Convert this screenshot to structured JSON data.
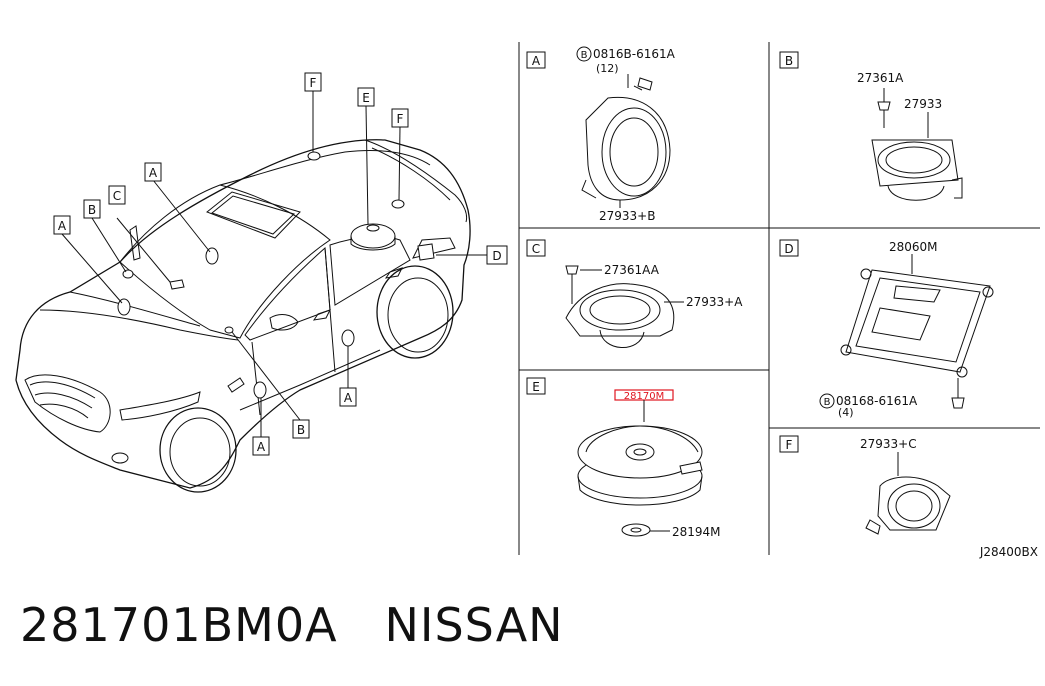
{
  "callouts": {
    "f_roof": "F",
    "e_top": "E",
    "f_rear": "F",
    "a_front": "A",
    "b_front": "B",
    "c_dash": "C",
    "a_dash": "A",
    "d_right": "D",
    "a_door": "A",
    "b_bottom": "B",
    "a_bottom": "A"
  },
  "panels": {
    "a": {
      "tag": "A",
      "bolt": "0816B-6161A",
      "qty": "(12)",
      "part": "27933+B"
    },
    "b": {
      "tag": "B",
      "screw": "27361A",
      "part": "27933"
    },
    "c": {
      "tag": "C",
      "screw": "27361AA",
      "part": "27933+A"
    },
    "d": {
      "tag": "D",
      "part": "28060M",
      "bolt": "08168-6161A",
      "qty": "(4)"
    },
    "e": {
      "tag": "E",
      "part": "28170M",
      "washer": "28194M"
    },
    "f": {
      "tag": "F",
      "part": "27933+C"
    }
  },
  "diagram_code": "J28400BX",
  "caption": {
    "part_number": "281701BM0A",
    "brand": "NISSAN"
  },
  "highlight_color": "#e0141e"
}
